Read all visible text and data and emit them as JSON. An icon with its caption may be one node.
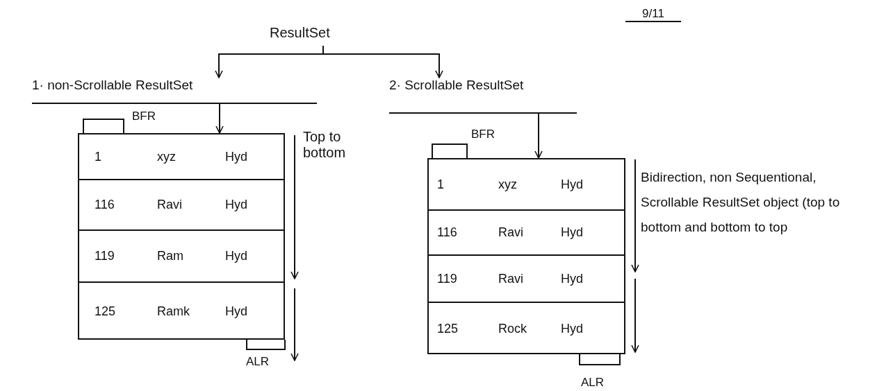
{
  "diagram": {
    "nodes": [
      {
        "text": [
          "ResultSet"
        ]
      },
      {
        "text": [
          "1· non-Scrollable ResultSet"
        ]
      },
      {
        "text": [
          "2· Scrollable ResultSet"
        ]
      },
      {
        "text": [],
        "shape": "box"
      },
      {
        "text": [
          "1",
          "xyz",
          "Hyd"
        ],
        "in": 3
      },
      {
        "text": [
          "116",
          "Ravi",
          "Hyd"
        ],
        "in": 3
      },
      {
        "text": [
          "119",
          "Ram",
          "Hyd"
        ],
        "in": 3
      },
      {
        "text": [
          "125",
          "Ramk",
          "Hyd"
        ],
        "in": 3
      },
      {
        "text": [],
        "shape": "box"
      },
      {
        "text": [
          "1",
          "xyz",
          "Hyd"
        ],
        "in": 8
      },
      {
        "text": [
          "116",
          "Ravi",
          "Hyd"
        ],
        "in": 8
      },
      {
        "text": [
          "119",
          "Ravi",
          "Hyd"
        ],
        "in": 8
      },
      {
        "text": [
          "125",
          "Rock",
          "Hyd"
        ],
        "in": 8
      }
    ],
    "edges": [
      {
        "from": 0,
        "to": 1,
        "arrow": "to"
      },
      {
        "from": 0,
        "to": 2,
        "arrow": "to"
      },
      {
        "from": 1,
        "to": 3,
        "arrow": "to"
      },
      {
        "from": 2,
        "to": 8,
        "arrow": "to"
      }
    ],
    "labels": [
      "9/11",
      "BFR",
      "Top to bottom",
      "ALR",
      "BFR",
      "Bidirection, non Sequentional, Scrollable ResultSet object (top to bottom and bottom to top",
      "ALR"
    ]
  }
}
